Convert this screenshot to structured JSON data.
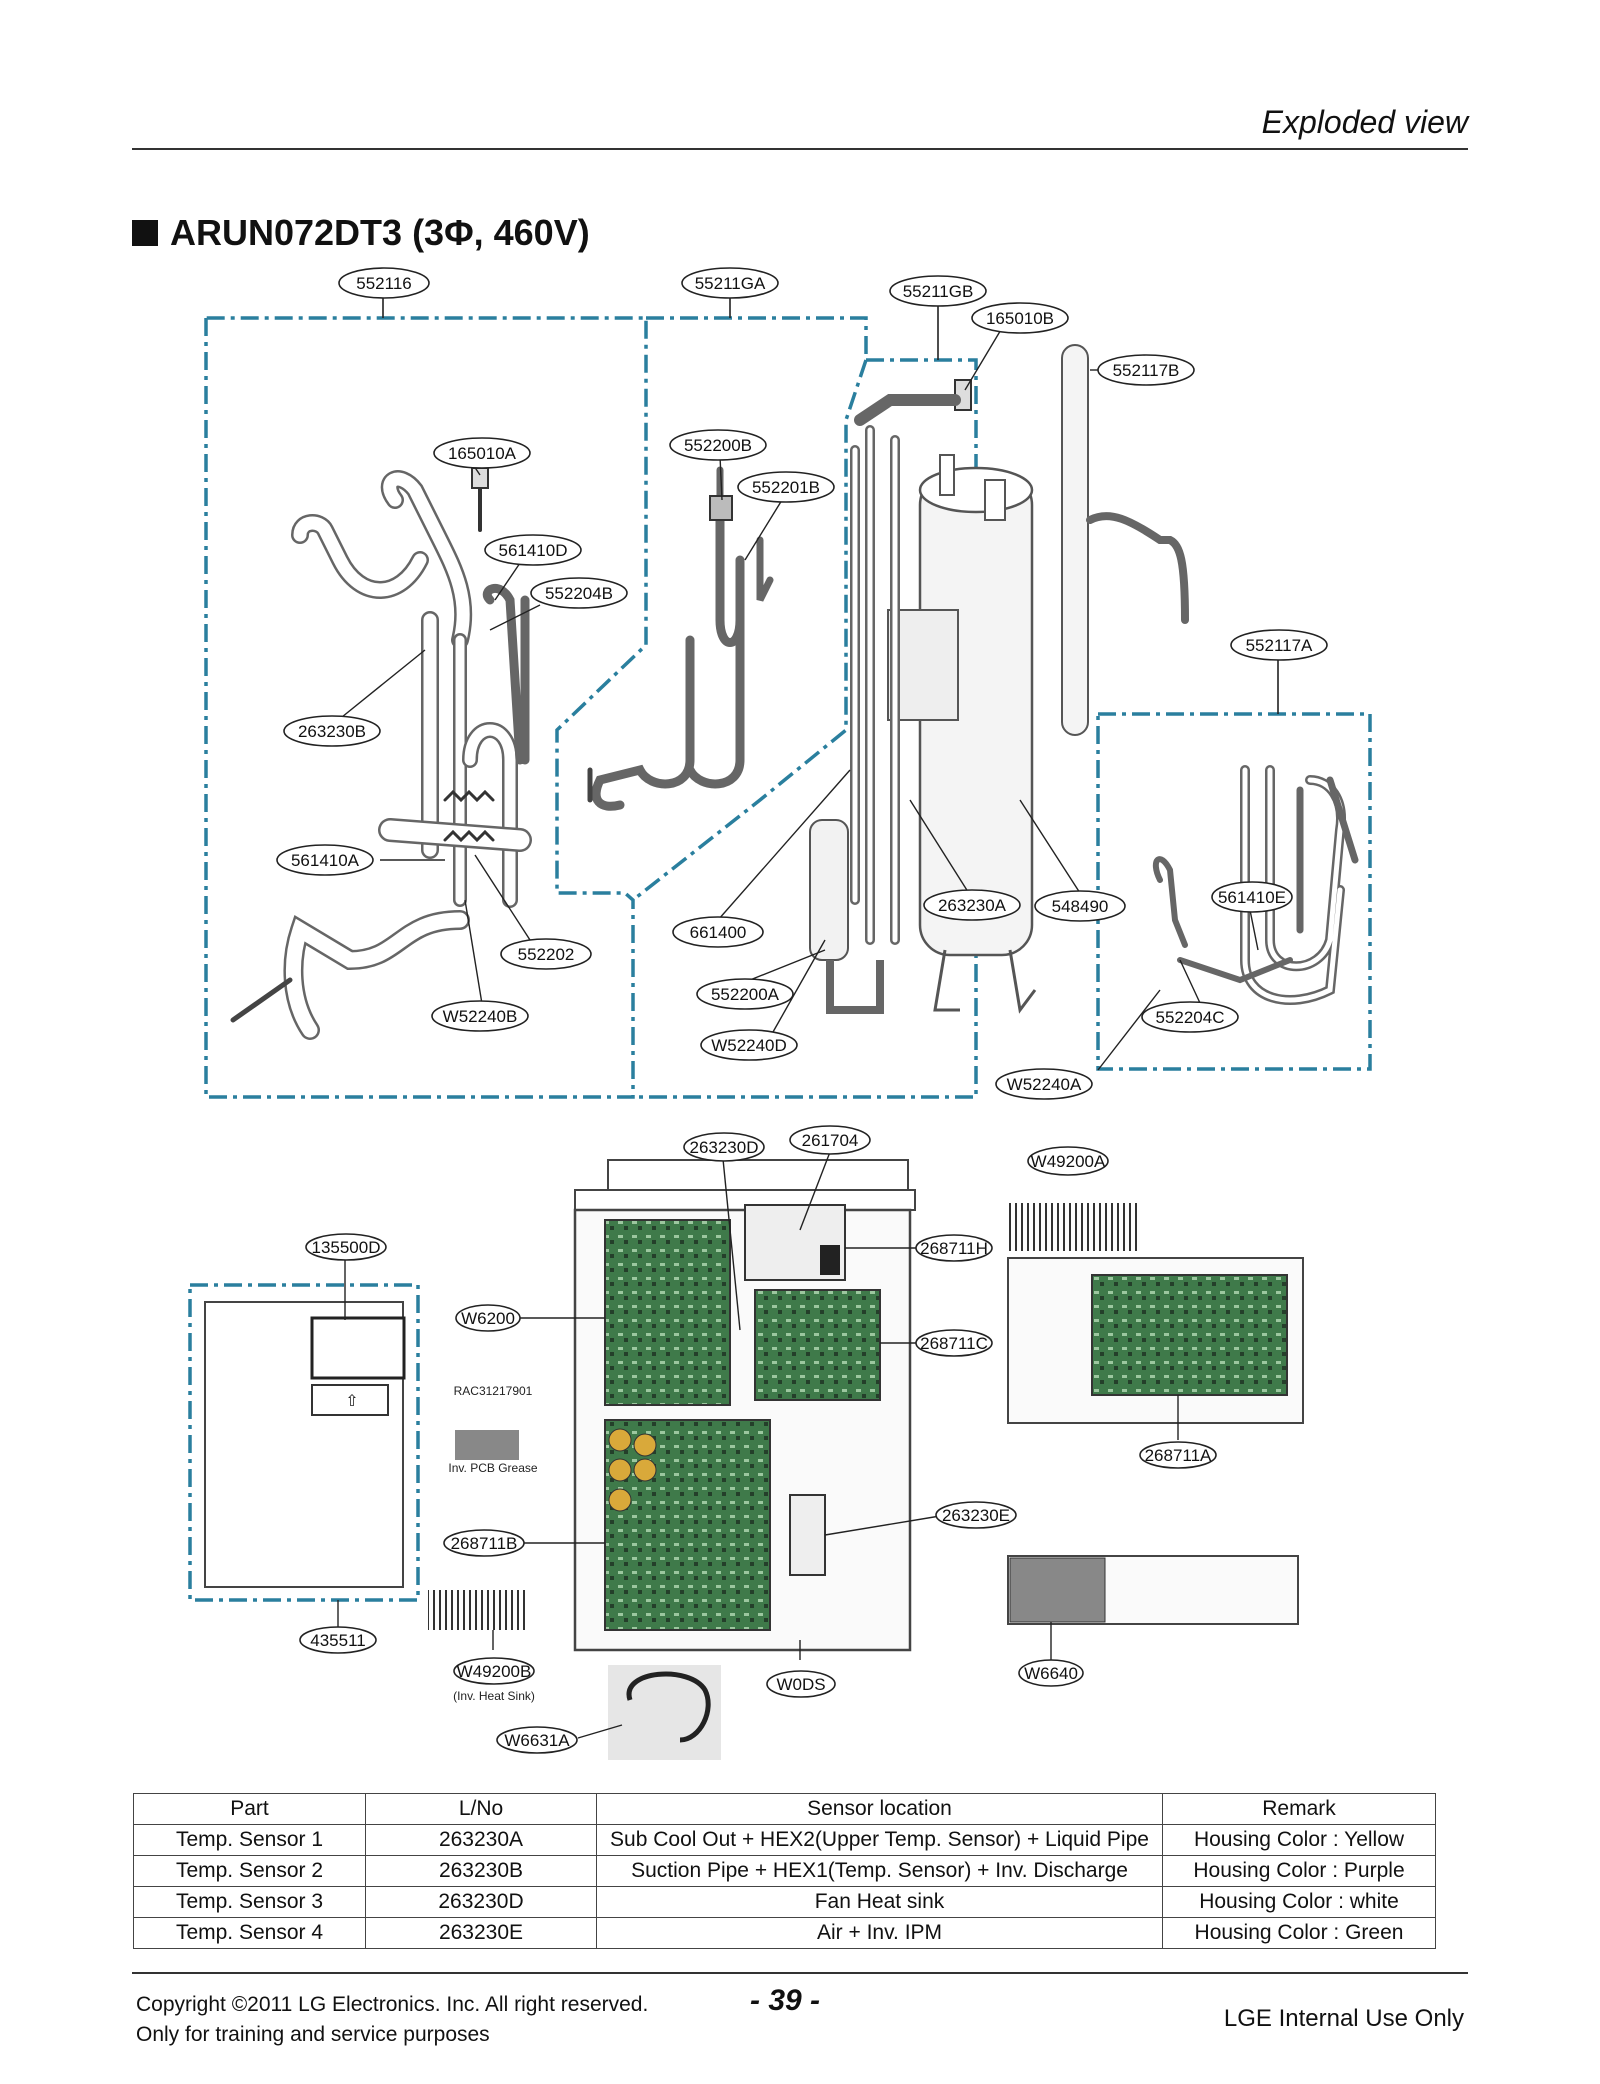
{
  "header": {
    "section_title": "Exploded view"
  },
  "model": {
    "title": "ARUN072DT3 (3Φ, 460V)"
  },
  "labels": {
    "l552116": "552116",
    "l55211GA": "55211GA",
    "l55211GB": "55211GB",
    "l165010B": "165010B",
    "l552117B": "552117B",
    "l165010A": "165010A",
    "l552200B": "552200B",
    "l552201B": "552201B",
    "l561410D": "561410D",
    "l552204B": "552204B",
    "l552117A": "552117A",
    "l263230B": "263230B",
    "l561410A": "561410A",
    "l661400": "661400",
    "l263230A": "263230A",
    "l548490": "548490",
    "l561410E": "561410E",
    "l552202": "552202",
    "l552200A": "552200A",
    "l552204C": "552204C",
    "lW52240B": "W52240B",
    "lW52240D": "W52240D",
    "lW52240A": "W52240A",
    "l263230D": "263230D",
    "l261704": "261704",
    "lW49200A": "W49200A",
    "l135500D": "135500D",
    "l268711H": "268711H",
    "lW6200": "W6200",
    "l268711C": "268711C",
    "l268711A": "268711A",
    "l263230E": "263230E",
    "l268711B": "268711B",
    "lW6640": "W6640",
    "l435511": "435511",
    "lW49200B": "W49200B",
    "lW0DS": "W0DS",
    "lW6631A": "W6631A"
  },
  "notes": {
    "grease_code": "RAC31217901",
    "grease_label": "Inv. PCB Grease",
    "heat_sink_note": "(Inv. Heat Sink)"
  },
  "table": {
    "headers": [
      "Part",
      "L/No",
      "Sensor location",
      "Remark"
    ],
    "rows": [
      [
        "Temp. Sensor 1",
        "263230A",
        "Sub Cool Out + HEX2(Upper Temp. Sensor) + Liquid Pipe",
        "Housing Color : Yellow"
      ],
      [
        "Temp. Sensor 2",
        "263230B",
        "Suction Pipe + HEX1(Temp. Sensor) + Inv. Discharge",
        "Housing Color : Purple"
      ],
      [
        "Temp. Sensor 3",
        "263230D",
        "Fan Heat sink",
        "Housing Color : white"
      ],
      [
        "Temp. Sensor 4",
        "263230E",
        "Air + Inv. IPM",
        "Housing Color : Green"
      ]
    ]
  },
  "footer": {
    "copyright": "Copyright ©2011 LG Electronics. Inc. All right reserved.",
    "purpose": "Only for training and service purposes",
    "page_number": "- 39 -",
    "classification": "LGE Internal Use Only"
  },
  "colors": {
    "dash_line": "#2a7f9e",
    "line": "#222222"
  }
}
